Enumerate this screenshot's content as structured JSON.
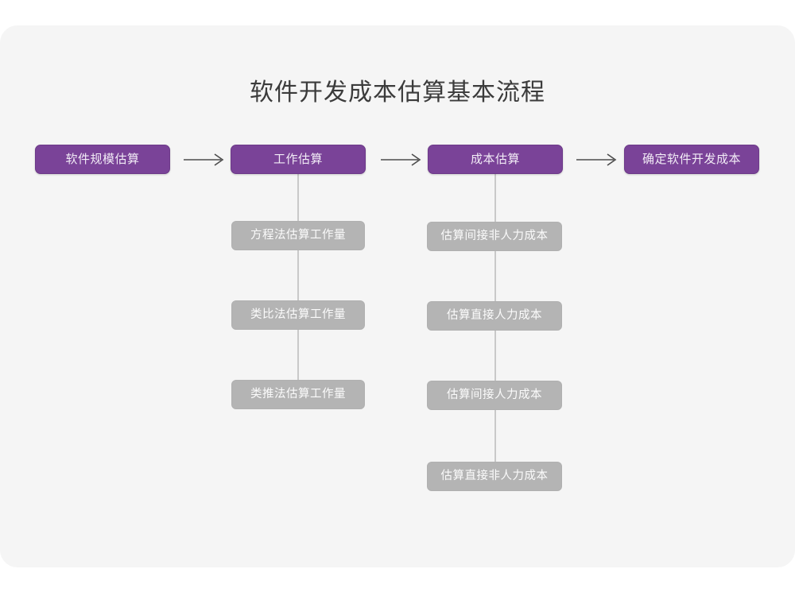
{
  "page": {
    "title": "软件开发成本估算基本流程",
    "background_color": "#ffffff",
    "card_color": "#f5f5f5"
  },
  "theme": {
    "primary_color": "#7a4398",
    "primary_border_color": "#6d3a89",
    "secondary_color": "#b4b4b4",
    "connector_color": "#c9c9c9",
    "arrow_color": "#4c4c4c",
    "title_color": "#3b3b3b",
    "node_text_color": "#ffffff"
  },
  "chart_data": {
    "type": "diagram",
    "title": "软件开发成本估算基本流程",
    "orientation": "left-to-right with vertical sub-branches",
    "main_flow": [
      {
        "id": "step-1",
        "label": "软件规模估算",
        "children": []
      },
      {
        "id": "step-2",
        "label": "工作估算",
        "children": [
          "方程法估算工作量",
          "类比法估算工作量",
          "类推法估算工作量"
        ]
      },
      {
        "id": "step-3",
        "label": "成本估算",
        "children": [
          "估算间接非人力成本",
          "估算直接人力成本",
          "估算间接人力成本",
          "估算直接非人力成本"
        ]
      },
      {
        "id": "step-4",
        "label": "确定软件开发成本",
        "children": []
      }
    ],
    "connectors": [
      {
        "from": "软件规模估算",
        "to": "工作估算",
        "style": "arrow"
      },
      {
        "from": "工作估算",
        "to": "成本估算",
        "style": "arrow"
      },
      {
        "from": "成本估算",
        "to": "确定软件开发成本",
        "style": "arrow"
      },
      {
        "from": "工作估算",
        "to": "方程法估算工作量",
        "style": "line"
      },
      {
        "from": "方程法估算工作量",
        "to": "类比法估算工作量",
        "style": "line"
      },
      {
        "from": "类比法估算工作量",
        "to": "类推法估算工作量",
        "style": "line"
      },
      {
        "from": "成本估算",
        "to": "估算间接非人力成本",
        "style": "line"
      },
      {
        "from": "估算间接非人力成本",
        "to": "估算直接人力成本",
        "style": "line"
      },
      {
        "from": "估算直接人力成本",
        "to": "估算间接人力成本",
        "style": "line"
      },
      {
        "from": "估算间接人力成本",
        "to": "估算直接非人力成本",
        "style": "line"
      }
    ]
  },
  "nodes": {
    "primary": [
      {
        "label": "软件规模估算"
      },
      {
        "label": "工作估算"
      },
      {
        "label": "成本估算"
      },
      {
        "label": "确定软件开发成本"
      }
    ],
    "branch_work": [
      {
        "label": "方程法估算工作量"
      },
      {
        "label": "类比法估算工作量"
      },
      {
        "label": "类推法估算工作量"
      }
    ],
    "branch_cost": [
      {
        "label": "估算间接非人力成本"
      },
      {
        "label": "估算直接人力成本"
      },
      {
        "label": "估算间接人力成本"
      },
      {
        "label": "估算直接非人力成本"
      }
    ]
  },
  "icons": {
    "arrow_right": "arrow-right-icon"
  }
}
